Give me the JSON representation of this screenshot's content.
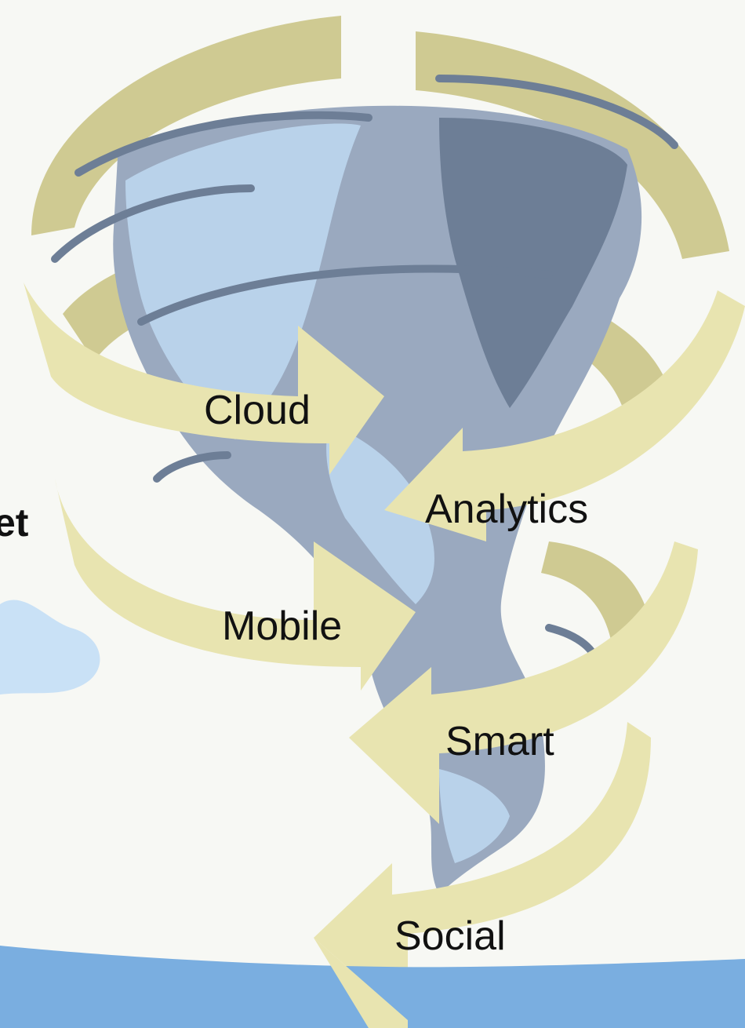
{
  "labels": {
    "edge_fragment": "et",
    "cloud": "Cloud",
    "analytics": "Analytics",
    "mobile": "Mobile",
    "smart": "Smart",
    "social": "Social"
  },
  "colors": {
    "arrow_fill": "#e8e4b0",
    "arrow_back": "#cfca92",
    "tornado_light": "#b9d2ea",
    "tornado_mid": "#9aa9bf",
    "tornado_dark": "#6d7e96",
    "water": "#7aaee0",
    "puddle": "#c9e1f6"
  }
}
